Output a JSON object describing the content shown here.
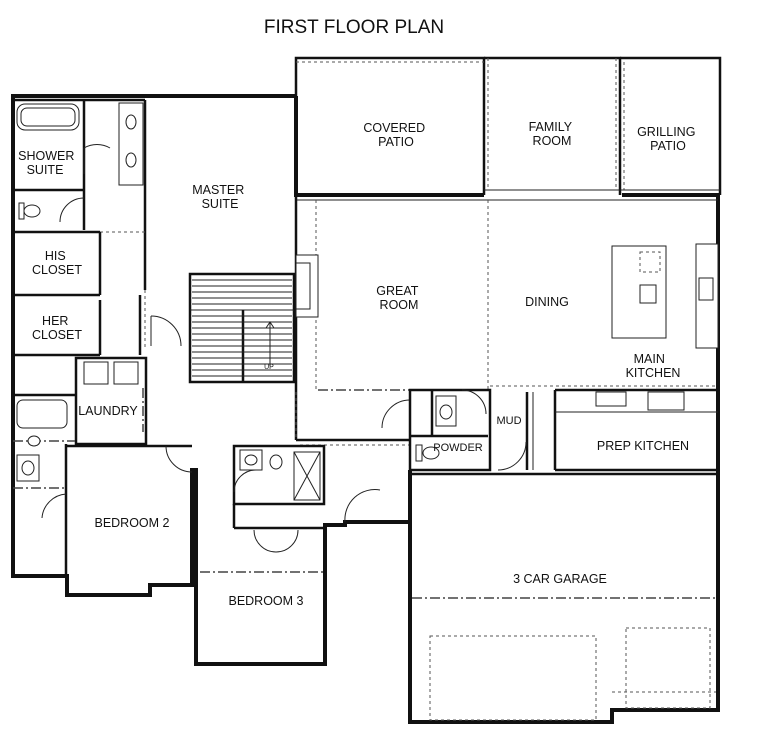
{
  "title": "FIRST FLOOR PLAN",
  "rooms": {
    "shower_suite": [
      "SHOWER",
      "SUITE"
    ],
    "his_closet": [
      "HIS",
      "CLOSET"
    ],
    "her_closet": [
      "HER",
      "CLOSET"
    ],
    "master_suite": [
      "MASTER",
      "SUITE"
    ],
    "covered_patio": [
      "COVERED",
      "PATIO"
    ],
    "family_room": [
      "FAMILY",
      "ROOM"
    ],
    "grilling_patio": [
      "GRILLING",
      "PATIO"
    ],
    "great_room": [
      "GREAT",
      "ROOM"
    ],
    "dining": "DINING",
    "main_kitchen": [
      "MAIN",
      "KITCHEN"
    ],
    "laundry": "LAUNDRY",
    "mud": "MUD",
    "powder": "POWDER",
    "prep_kitchen": "PREP KITCHEN",
    "bedroom_2": "BEDROOM 2",
    "bedroom_3": "BEDROOM 3",
    "garage": "3 CAR GARAGE"
  },
  "stair_label": "UP"
}
